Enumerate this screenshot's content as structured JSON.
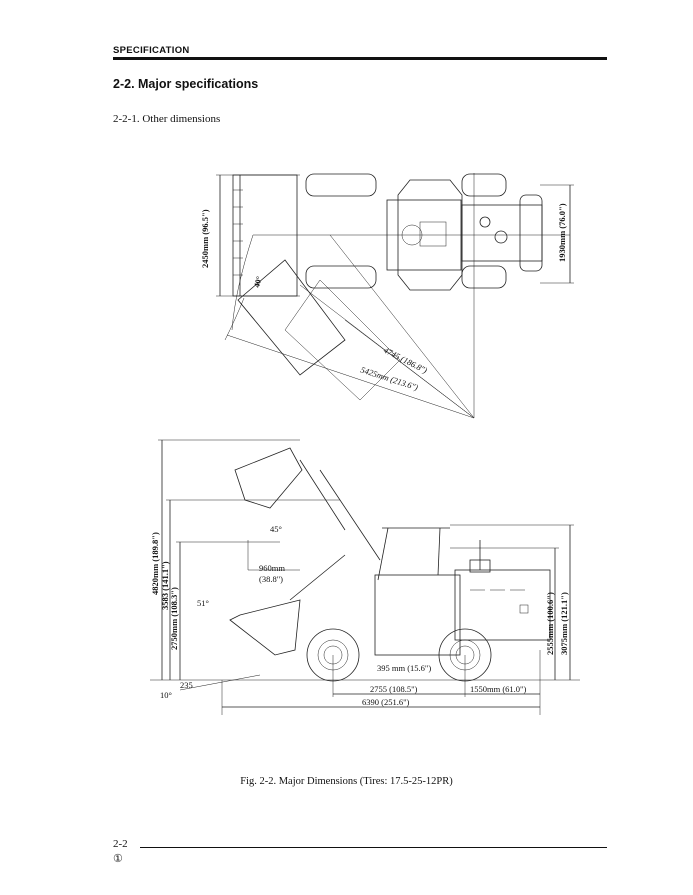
{
  "header": {
    "section": "SPECIFICATION"
  },
  "section_title": "2-2. Major specifications",
  "subsection_title": "2-2-1. Other dimensions",
  "top_view": {
    "width_bucket": "2450mm (96.5\")",
    "width_tread": "1930mm (76.0\")",
    "articulation_angle": "40°",
    "turn_radius_inner": "4745 (186.8\")",
    "turn_radius_outer": "5425mm (213.6\")"
  },
  "side_view": {
    "overall_height_raised": "4820mm (189.8\")",
    "hinge_pin_height": "3583 (141.1\")",
    "dump_clearance": "2750mm (108.3\")",
    "dump_angle": "45°",
    "dump_reach": "960mm",
    "dump_reach_in": "(38.8\")",
    "rollback_angle": "51°",
    "dig_depth": "235",
    "dig_angle": "10°",
    "ground_clearance": "395 mm (15.6\")",
    "wheelbase": "2755 (108.5\")",
    "rear_overhang": "1550mm  (61.0\")",
    "overall_length": "6390 (251.6\")",
    "height_exhaust": "2555mm (100.6\")",
    "height_canopy": "3075mm (121.1\")"
  },
  "caption": "Fig. 2-2.   Major Dimensions (Tires: 17.5-25-12PR)",
  "footer": {
    "page": "2-2",
    "revision": "①"
  }
}
